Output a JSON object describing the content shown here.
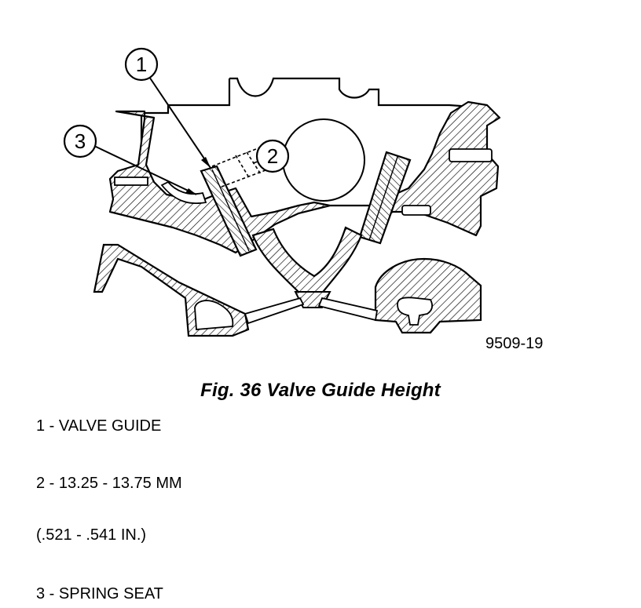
{
  "figure": {
    "callouts": [
      {
        "number": "1"
      },
      {
        "number": "2"
      },
      {
        "number": "3"
      }
    ],
    "figure_id": "9509-19"
  },
  "caption": "Fig. 36 Valve Guide Height",
  "legend": [
    {
      "line": "1 - VALVE GUIDE"
    },
    {
      "line": "2 - 13.25 - 13.75 MM",
      "line2": "(.521 - .541 IN.)"
    },
    {
      "line": "3 - SPRING SEAT"
    }
  ]
}
